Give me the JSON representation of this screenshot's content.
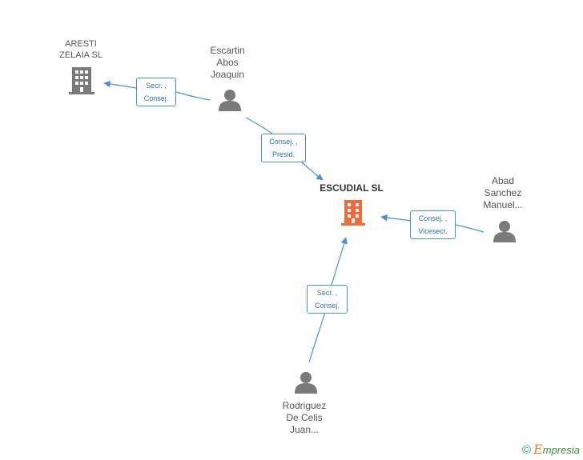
{
  "nodes": {
    "main": {
      "label": "ESCUDIAL SL",
      "color": "#f06a3c"
    },
    "aresti": {
      "label": "ARESTI\nZELAIA  SL",
      "color": "#7a7a7a"
    },
    "escartin": {
      "label": "Escartin\nAbos\nJoaquin",
      "color": "#7a7a7a"
    },
    "abad": {
      "label": "Abad\nSanchez\nManuel...",
      "color": "#7a7a7a"
    },
    "rodriguez": {
      "label": "Rodriguez\nDe Celis\nJuan...",
      "color": "#7a7a7a"
    }
  },
  "edges": {
    "escartin_aresti": "Secr. ,\nConsej.",
    "escartin_main": "Consej. ,\nPresid.",
    "abad_main": "Consej. ,\nVicesecr.",
    "rodriguez_main": "Secr. ,\nConsej."
  },
  "edge_color": "#4a8fd6",
  "brand": {
    "copyright": "©",
    "initial": "E",
    "name": "mpresia"
  }
}
